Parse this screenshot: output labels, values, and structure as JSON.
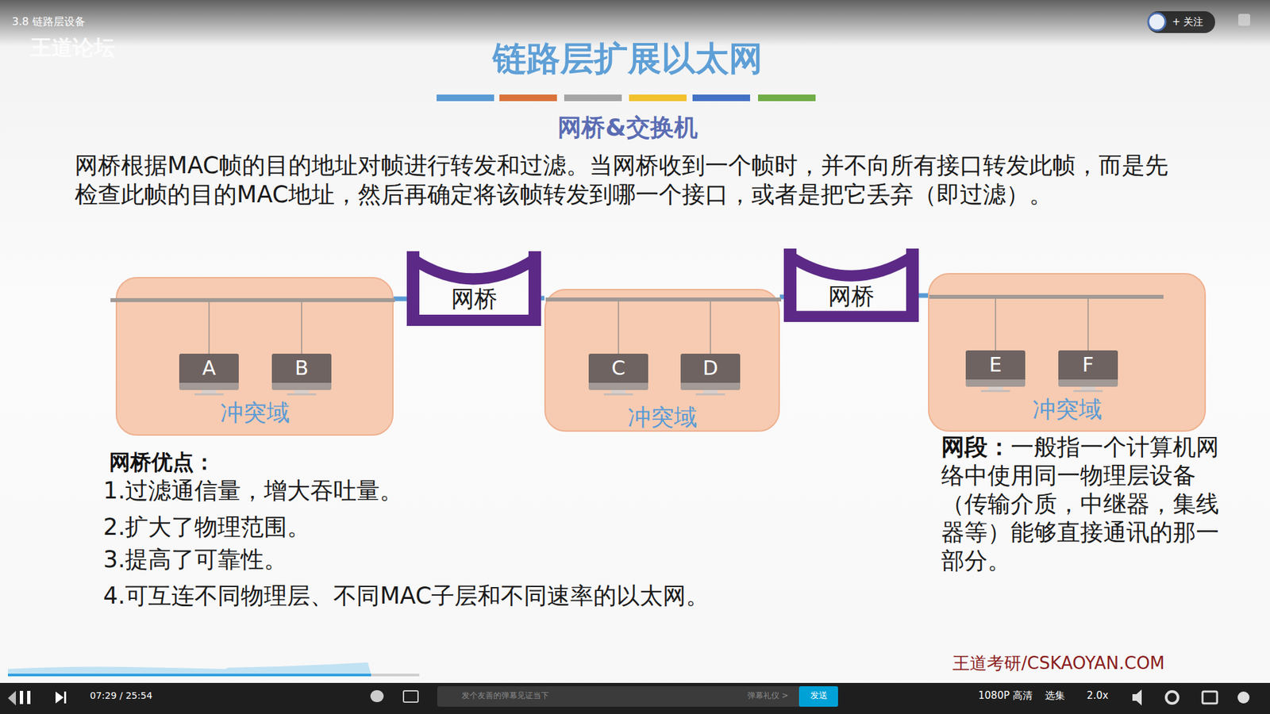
{
  "diagram": {
    "title": "链路层扩展以太网",
    "nodes": [
      {
        "text": [
          "冲突域"
        ]
      },
      {
        "text": [
          "A"
        ],
        "in": 0
      },
      {
        "text": [
          "B"
        ],
        "in": 0
      },
      {
        "text": [
          "网桥"
        ]
      },
      {
        "text": [
          "冲突域"
        ]
      },
      {
        "text": [
          "C"
        ],
        "in": 4
      },
      {
        "text": [
          "D"
        ],
        "in": 4
      },
      {
        "text": [
          "网桥"
        ]
      },
      {
        "text": [
          "冲突域"
        ]
      },
      {
        "text": [
          "E"
        ],
        "in": 8
      },
      {
        "text": [
          "F"
        ],
        "in": 8
      }
    ],
    "edges": [
      {
        "from": 0,
        "to": 3,
        "arrow": "none"
      },
      {
        "from": 3,
        "to": 4,
        "arrow": "none"
      },
      {
        "from": 4,
        "to": 7,
        "arrow": "none"
      },
      {
        "from": 7,
        "to": 8,
        "arrow": "none"
      }
    ],
    "labels": [
      "3.8 链路层设备",
      "王道论坛",
      "+ 关注",
      "网桥&交换机",
      "网桥根据MAC帧的目的地址对帧进行转发和过滤。当网桥收到一个帧时，并不向所有接口转发此帧，而是先检查此帧的目的MAC地址，然后再确定将该帧转发到哪一个接口，或者是把它丢弃（即过滤）。",
      "网桥优点：",
      "1.过滤通信量，增大吞吐量。",
      "2.扩大了物理范围。",
      "3.提高了可靠性。",
      "4.可互连不同物理层、不同MAC子层和不同速率的以太网。",
      "网段：",
      "一般指一个计算机网络中使用同一物理层设备（传输介质，中继器，集线器等）能够直接通讯的那一部分。",
      "07:29 / 25:54",
      "发个友善的弹幕见证当下",
      "弹幕礼仪 >",
      "发送",
      "1080P 高清",
      "选集",
      "2.0x",
      "王道考研/CSKAOYAN.COM"
    ]
  }
}
